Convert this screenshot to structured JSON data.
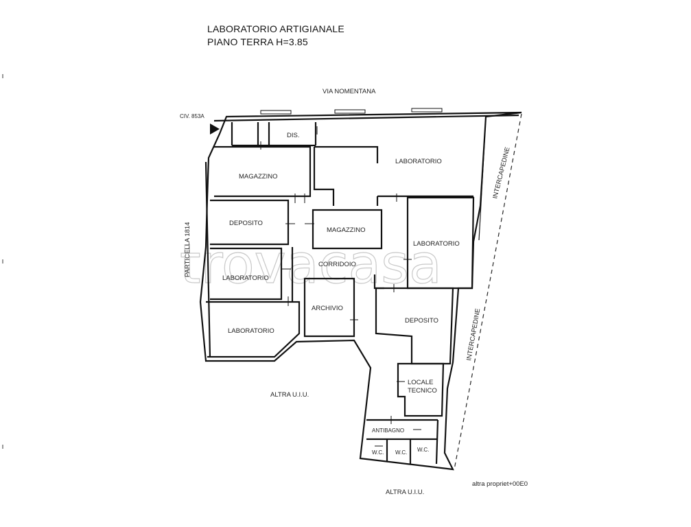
{
  "header": {
    "title_line1": "LABORATORIO ARTIGIANALE",
    "title_line2": "PIANO TERRA H=3.85"
  },
  "streets": {
    "north": "VIA NOMENTANA",
    "civ": "CIV. 853A",
    "west": "PARTICELLA 1814",
    "east_upper": "INTERCAPEDINE",
    "east_lower": "INTERCAPEDINE"
  },
  "rooms": {
    "dis": "DIS.",
    "laboratorio_main": "LABORATORIO",
    "magazzino_1": "MAGAZZINO",
    "deposito_1": "DEPOSITO",
    "magazzino_2": "MAGAZZINO",
    "laboratorio_east": "LABORATORIO",
    "corridoio": "CORRIDOIO",
    "laboratorio_w1": "LABORATORIO",
    "laboratorio_w2": "LABORATORIO",
    "archivio": "ARCHIVIO",
    "deposito_2": "DEPOSITO",
    "locale_tecnico_1": "LOCALE",
    "locale_tecnico_2": "TECNICO",
    "antibagno": "ANTIBAGNO",
    "wc_1": "W.C.",
    "wc_2": "W.C.",
    "wc_3": "W.C."
  },
  "surroundings": {
    "altra_uiu_west": "ALTRA U.I.U.",
    "altra_uiu_south": "ALTRA U.I.U.",
    "altra_propriet": "altra propriet+00E0"
  },
  "watermark": "trovacasa"
}
